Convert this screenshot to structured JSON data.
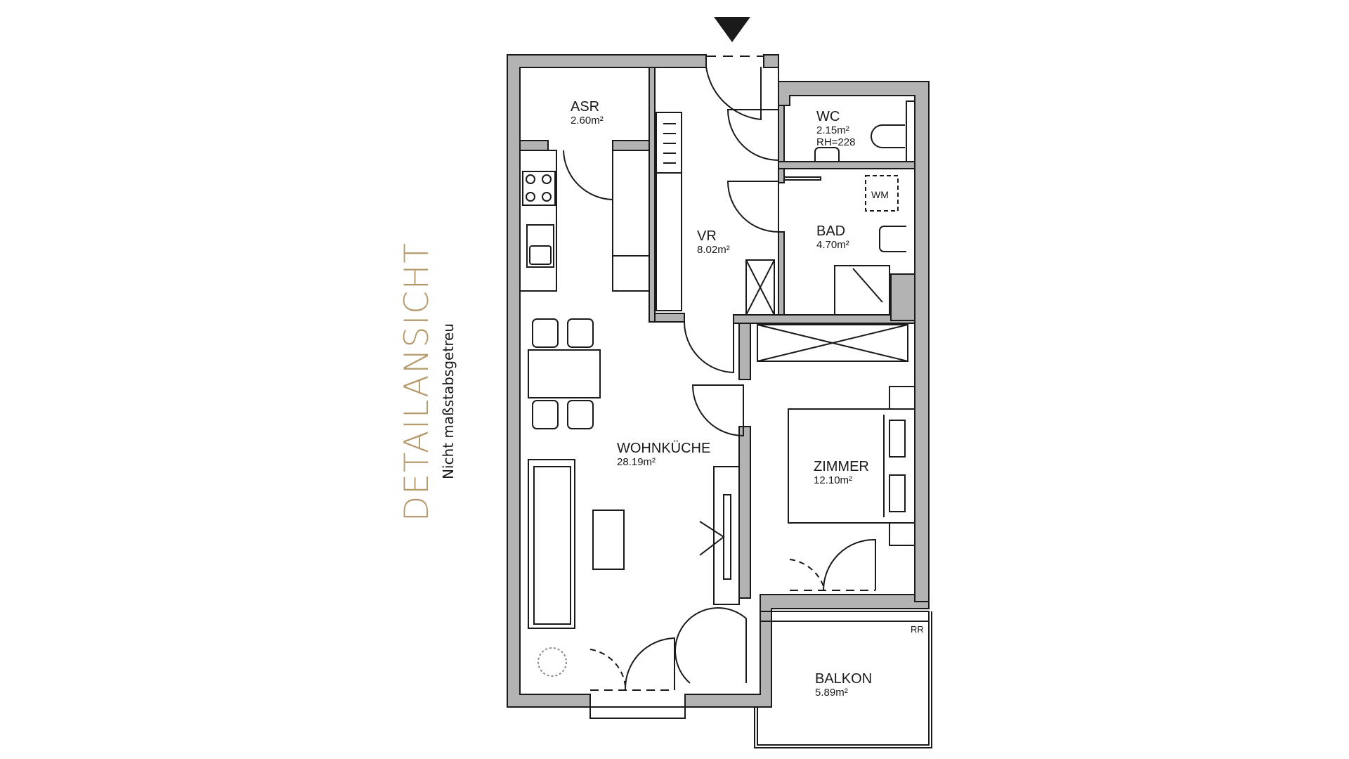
{
  "header": {
    "title": "DETAILANSICHT",
    "subtitle": "Nicht maßstabsgetreu"
  },
  "colors": {
    "accent": "#b59a6e",
    "wall_fill": "#b3b3b3",
    "line": "#1a1a1a"
  },
  "entrance": {
    "icon": "entrance-arrow-icon"
  },
  "rooms": [
    {
      "name": "ASR",
      "area": "2.60m²"
    },
    {
      "name": "WC",
      "area": "2.15m²",
      "note": "RH=228"
    },
    {
      "name": "VR",
      "area": "8.02m²"
    },
    {
      "name": "BAD",
      "area": "4.70m²"
    },
    {
      "name": "WOHNKÜCHE",
      "area": "28.19m²"
    },
    {
      "name": "ZIMMER",
      "area": "12.10m²"
    },
    {
      "name": "BALKON",
      "area": "5.89m²"
    }
  ],
  "fixtures": {
    "washing_machine": "WM",
    "rain_pipe": "RR"
  }
}
